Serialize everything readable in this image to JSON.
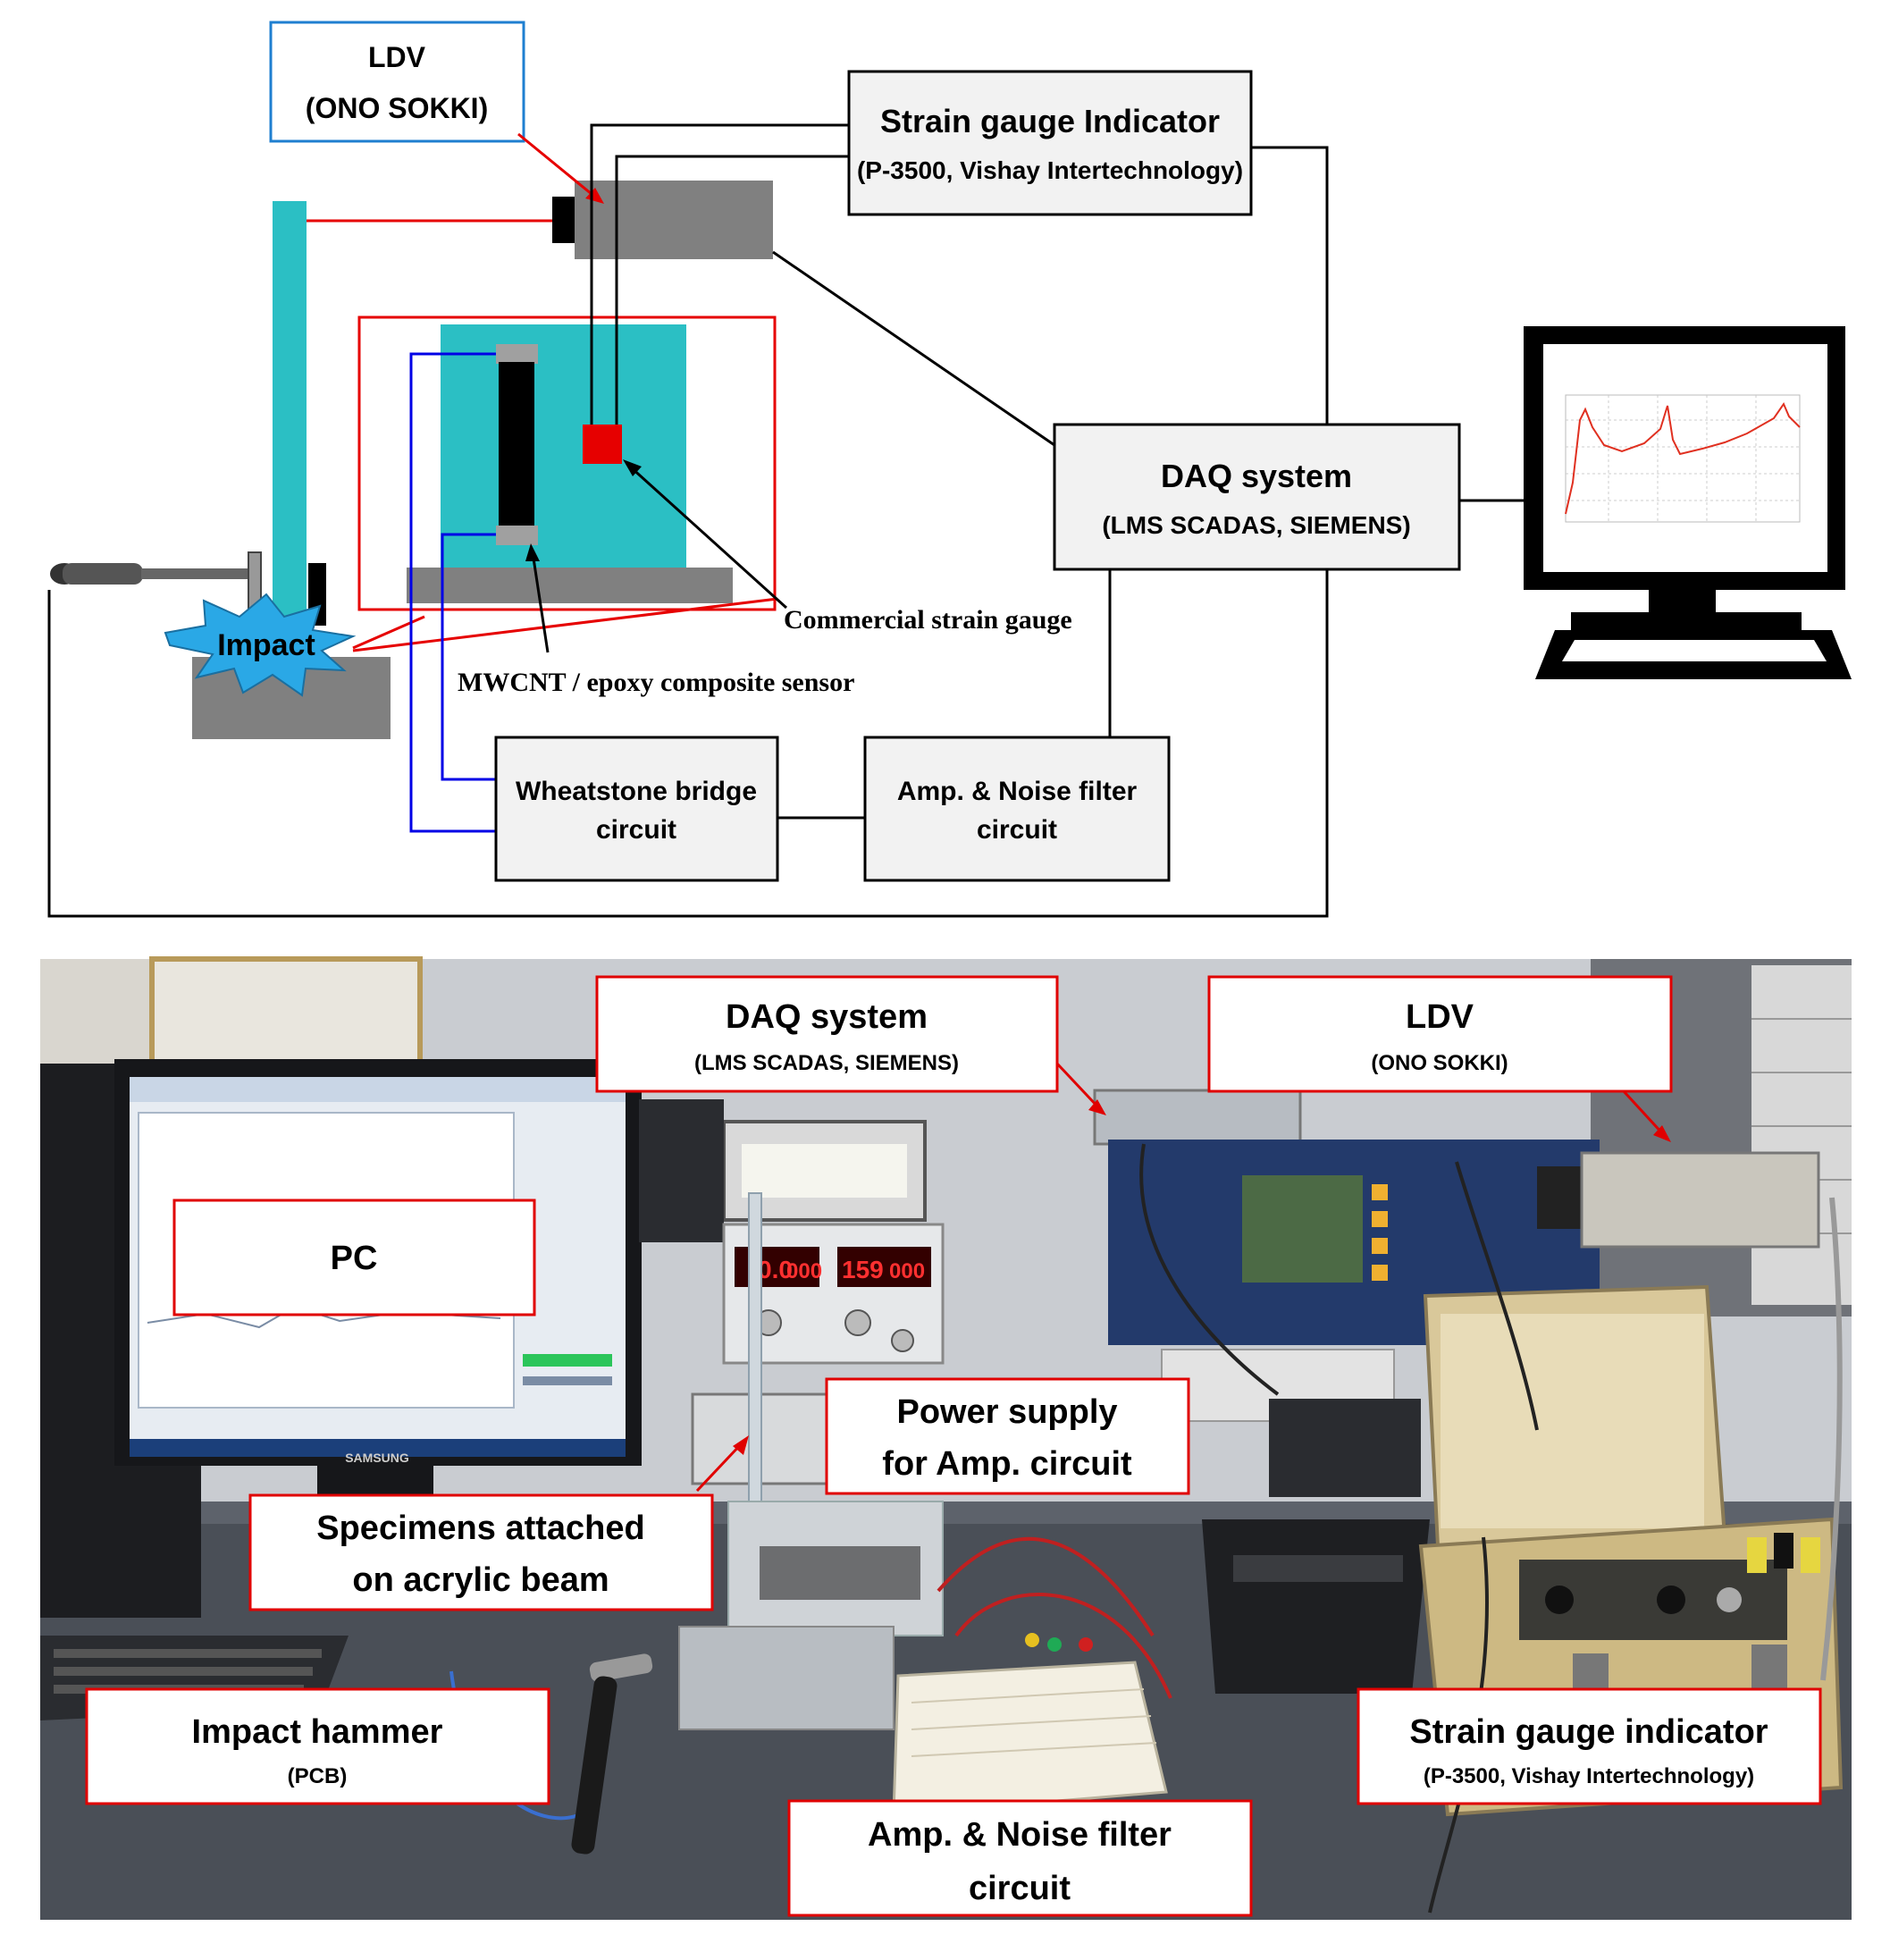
{
  "diagram": {
    "ldv_title": "LDV",
    "ldv_subtitle": "(ONO SOKKI)",
    "strain_indicator_title": "Strain gauge Indicator",
    "strain_indicator_subtitle": "(P-3500, Vishay Intertechnology)",
    "daq_title": "DAQ system",
    "daq_subtitle": "(LMS SCADAS, SIEMENS)",
    "commercial_gauge_label": "Commercial strain gauge",
    "mwcnt_label": "MWCNT / epoxy composite sensor",
    "impact_label": "Impact",
    "wheatstone_line1": "Wheatstone bridge",
    "wheatstone_line2": "circuit",
    "amp_line1": "Amp. & Noise filter",
    "amp_line2": "circuit",
    "colors": {
      "beam_teal": "#2bbfc4",
      "gray_block": "#808080",
      "wire_red": "#e60000",
      "wire_blue": "#0000e6",
      "ldv_box_border": "#1f7fd0",
      "box_fill": "#f2f2f2",
      "burst": "#2aa8e6",
      "chart_line": "#e03020"
    }
  },
  "photo": {
    "daq_title": "DAQ system",
    "daq_subtitle": "(LMS SCADAS, SIEMENS)",
    "ldv_title": "LDV",
    "ldv_subtitle": "(ONO SOKKI)",
    "pc_label": "PC",
    "power_line1": "Power supply",
    "power_line2": "for Amp. circuit",
    "specimens_line1": "Specimens attached",
    "specimens_line2": "on acrylic beam",
    "hammer_title": "Impact hammer",
    "hammer_subtitle": "(PCB)",
    "strain_title": "Strain gauge indicator",
    "strain_subtitle": "(P-3500, Vishay Intertechnology)",
    "amp_line1": "Amp. & Noise filter",
    "amp_line2": "circuit",
    "readout_left": "0.0",
    "readout_left2": "000",
    "readout_right": "159",
    "readout_right2": "000",
    "monitor_brand": "SAMSUNG",
    "colors": {
      "label_border": "#e00000",
      "table": "#4a4f57",
      "instrument_navy": "#233a6b",
      "case_tan": "#d9c89a"
    }
  }
}
